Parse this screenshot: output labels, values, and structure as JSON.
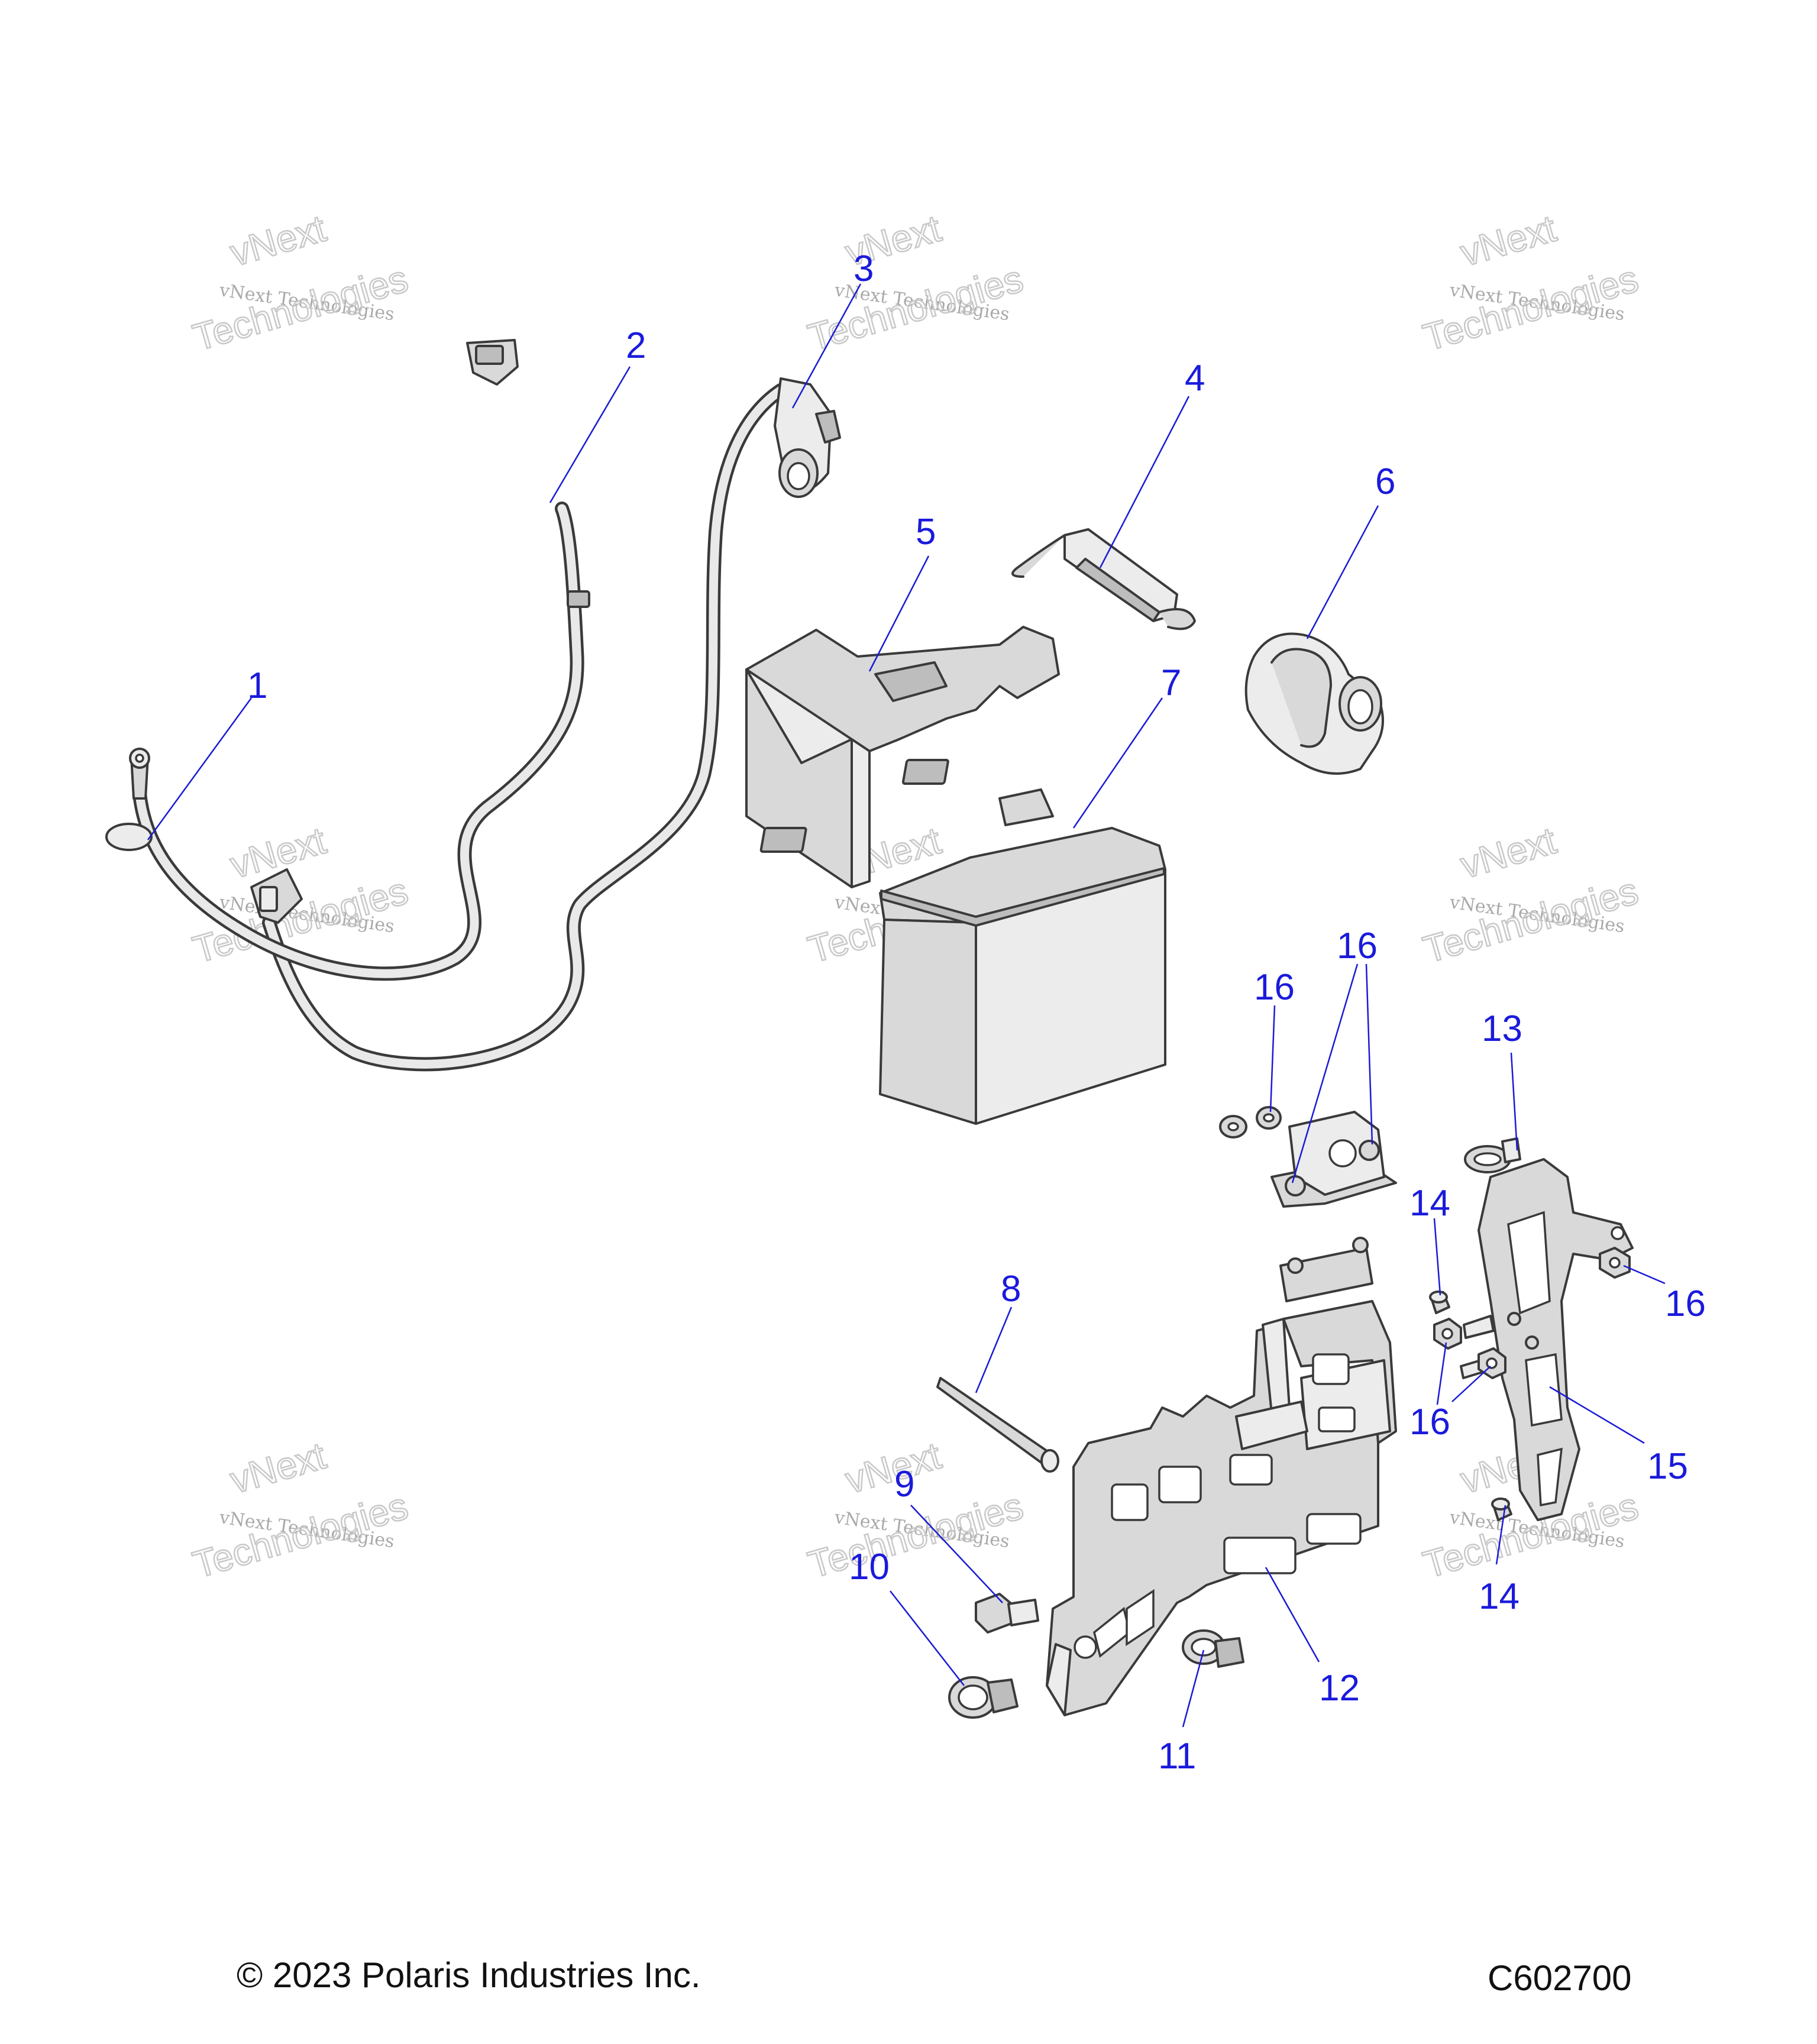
{
  "copyright": "© 2023 Polaris Industries Inc.",
  "figure_code": "C602700",
  "watermark": {
    "line1": "vNext Technologies",
    "line2": "vNext",
    "line3": "Technologies"
  },
  "callouts": [
    "1",
    "2",
    "3",
    "4",
    "5",
    "6",
    "7",
    "8",
    "9",
    "10",
    "11",
    "12",
    "13",
    "14",
    "15",
    "16"
  ]
}
